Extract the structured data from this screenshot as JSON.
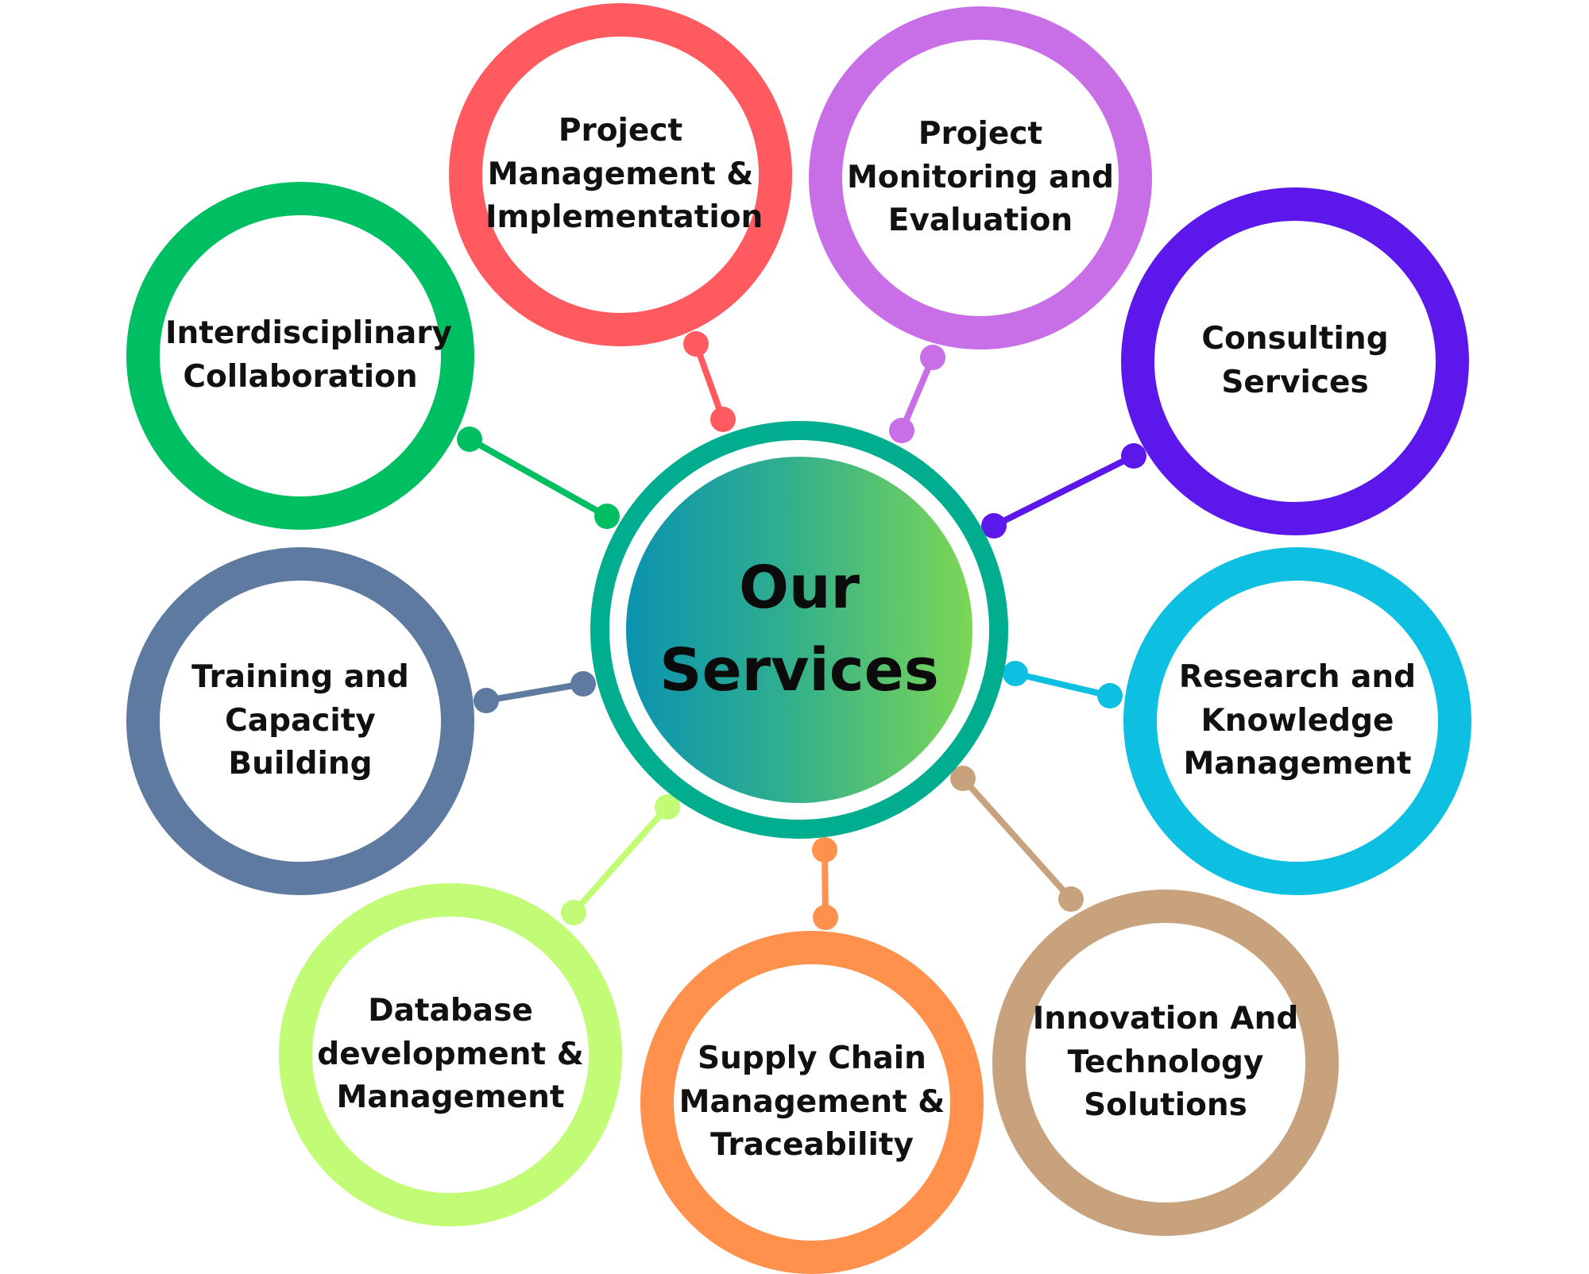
{
  "hub": {
    "title": "Our\nServices",
    "ring_color": "#00ad8e",
    "gradient": [
      "#0b93b0",
      "#2fae8f",
      "#7bd755"
    ]
  },
  "services": [
    {
      "label": "Project\nManagement &\nImplementation",
      "color": "#ff5a5f"
    },
    {
      "label": "Project\nMonitoring and\nEvaluation",
      "color": "#c86ee6"
    },
    {
      "label": "Consulting\nServices",
      "color": "#5c18ea"
    },
    {
      "label": "Research and\nKnowledge\nManagement",
      "color": "#0dbfe0"
    },
    {
      "label": "Innovation And\nTechnology\nSolutions",
      "color": "#c8a27c"
    },
    {
      "label": "Supply Chain\nManagement &\nTraceability",
      "color": "#ff914d"
    },
    {
      "label": "Database\ndevelopment &\nManagement",
      "color": "#c2fb75"
    },
    {
      "label": "Training and\nCapacity\nBuilding",
      "color": "#5f7aa0"
    },
    {
      "label": "Interdisciplinary\nCollaboration",
      "color": "#00bf63"
    }
  ]
}
